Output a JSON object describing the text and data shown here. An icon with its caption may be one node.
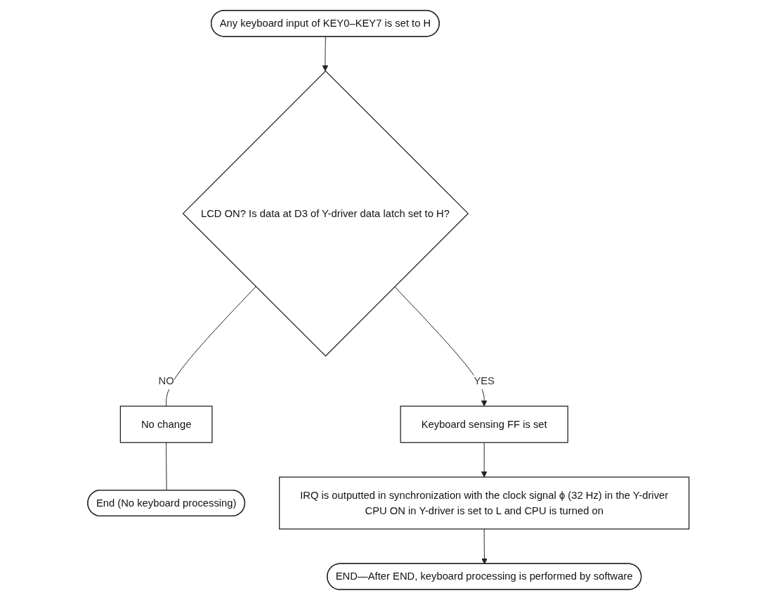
{
  "diagram": {
    "nodes": [
      {
        "text": [
          "Any keyboard input of KEY0–KEY7 is set to H"
        ]
      },
      {
        "text": [
          "LCD ON? Is data at D3 of Y-driver data latch set to H?"
        ]
      },
      {
        "text": [
          "No change"
        ]
      },
      {
        "text": [
          "End (No keyboard processing)"
        ]
      },
      {
        "text": [
          "Keyboard sensing FF is set"
        ]
      },
      {
        "text": [
          "IRQ is outputted in synchronization with the clock signal ϕ (32 Hz) in the Y-driver",
          "CPU ON in Y-driver is set to L and CPU is turned on"
        ]
      },
      {
        "text": [
          "END—After END, keyboard processing is performed by software"
        ]
      }
    ],
    "edges": [
      {
        "from": 0,
        "to": 1,
        "arrow": "to"
      },
      {
        "from": 1,
        "to": 2,
        "arrow": "none",
        "label": "NO"
      },
      {
        "from": 2,
        "to": 3,
        "arrow": "none"
      },
      {
        "from": 1,
        "to": 4,
        "arrow": "to",
        "label": "YES"
      },
      {
        "from": 4,
        "to": 5,
        "arrow": "to"
      },
      {
        "from": 5,
        "to": 6,
        "arrow": "to"
      }
    ]
  }
}
